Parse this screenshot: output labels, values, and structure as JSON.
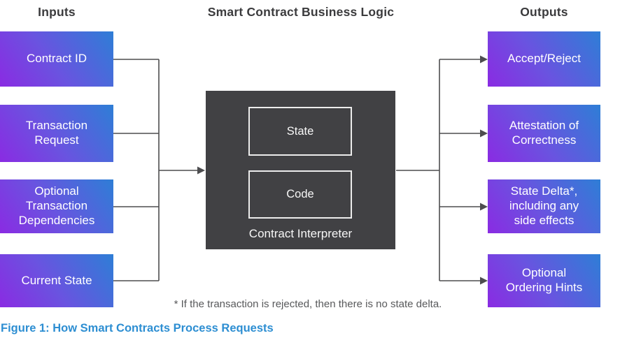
{
  "headers": {
    "inputs": "Inputs",
    "center": "Smart Contract Business Logic",
    "outputs": "Outputs"
  },
  "inputs": [
    "Contract ID",
    "Transaction\nRequest",
    "Optional\nTransaction\nDependencies",
    "Current State"
  ],
  "interpreter": {
    "state": "State",
    "code": "Code",
    "label": "Contract Interpreter"
  },
  "outputs": [
    "Accept/Reject",
    "Attestation of\nCorrectness",
    "State Delta*,\nincluding any\nside effects",
    "Optional\nOrdering Hints"
  ],
  "footnote": "* If the transaction is rejected, then there is no state delta.",
  "caption": "Figure 1: How Smart Contracts Process Requests",
  "colors": {
    "box_gradient_purple": "#8a2be2",
    "box_gradient_blue": "#2e7ed6",
    "interpreter_background": "#414144",
    "inner_box_border": "#ececec",
    "connector_line": "#4d4d4f",
    "header_text": "#3b3b3d",
    "box_text": "#ffffff",
    "footnote_text": "#58595b",
    "caption_text": "#2d8ed2",
    "background": "#ffffff"
  }
}
